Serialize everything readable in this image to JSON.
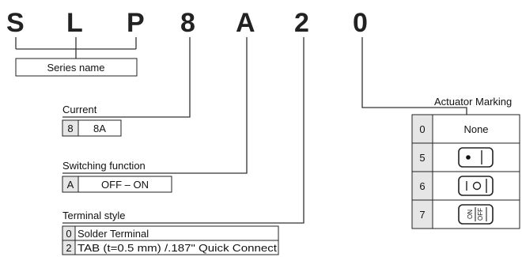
{
  "part_code": [
    "S",
    "L",
    "P",
    "8",
    "A",
    "2",
    "0"
  ],
  "series": {
    "label": "Series name"
  },
  "current": {
    "title": "Current",
    "code": "8",
    "value": "8A"
  },
  "switching": {
    "title": "Switching function",
    "code": "A",
    "value": "OFF – ON"
  },
  "terminal": {
    "title": "Terminal style",
    "rows": [
      {
        "code": "0",
        "value": "Solder Terminal"
      },
      {
        "code": "2",
        "value": "TAB (t=0.5 mm) /.187\" Quick Connect"
      }
    ]
  },
  "actuator": {
    "title": "Actuator Marking",
    "rows": [
      {
        "code": "0",
        "value": "None",
        "icon": "none"
      },
      {
        "code": "5",
        "value": "",
        "icon": "dot-bar-icon"
      },
      {
        "code": "6",
        "value": "",
        "icon": "i-o-icon"
      },
      {
        "code": "7",
        "value": "",
        "icon": "on-off-icon"
      }
    ]
  }
}
